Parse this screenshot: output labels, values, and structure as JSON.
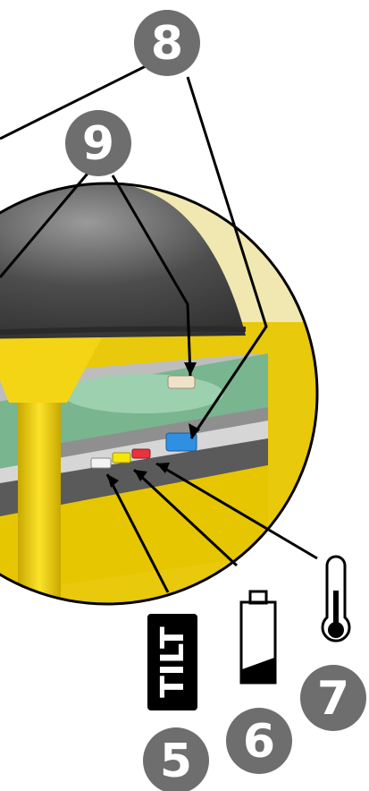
{
  "callouts": {
    "badge_8": "8",
    "badge_9": "9",
    "badge_5": "5",
    "badge_6": "6",
    "badge_7": "7"
  },
  "labels": {
    "tilt": "TILT"
  },
  "colors": {
    "badge_fill": "#6e6e6e",
    "dome": "#4a4a4a",
    "housing_yellow": "#f2d10a",
    "pcb_green": "#79b58e",
    "led_blue": "#2f8fe0",
    "led_yellow": "#f5e60a",
    "led_red": "#e8323c",
    "led_white": "#f4f4f4",
    "outline": "#000000"
  },
  "icons": {
    "tilt_badge": "tilt-sensor-icon",
    "battery": "battery-low-icon",
    "thermometer": "thermometer-icon"
  }
}
